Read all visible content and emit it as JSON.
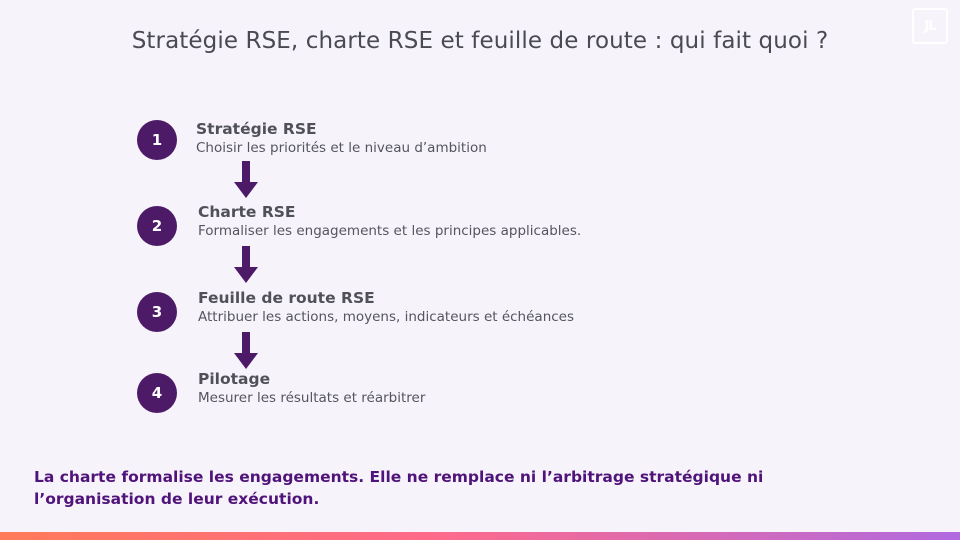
{
  "title": "Stratégie RSE, charte RSE et feuille de route : qui fait quoi ?",
  "logo": {
    "text": "JL"
  },
  "steps": [
    {
      "number": "1",
      "title": "Stratégie RSE",
      "description": "Choisir les priorités et le niveau d’ambition"
    },
    {
      "number": "2",
      "title": "Charte RSE",
      "description": "Formaliser les engagements et les principes applicables."
    },
    {
      "number": "3",
      "title": "Feuille de route RSE",
      "description": "Attribuer les actions, moyens, indicateurs et échéances"
    },
    {
      "number": "4",
      "title": "Pilotage",
      "description": "Mesurer les résultats et réarbitrer"
    }
  ],
  "conclusion": "La charte formalise les engagements. Elle ne remplace ni l’arbitrage stratégique ni l’organisation de leur exécution.",
  "colors": {
    "accent": "#4c1a66",
    "conclusion_text": "#4f137a",
    "background": "#f6f3fb"
  }
}
